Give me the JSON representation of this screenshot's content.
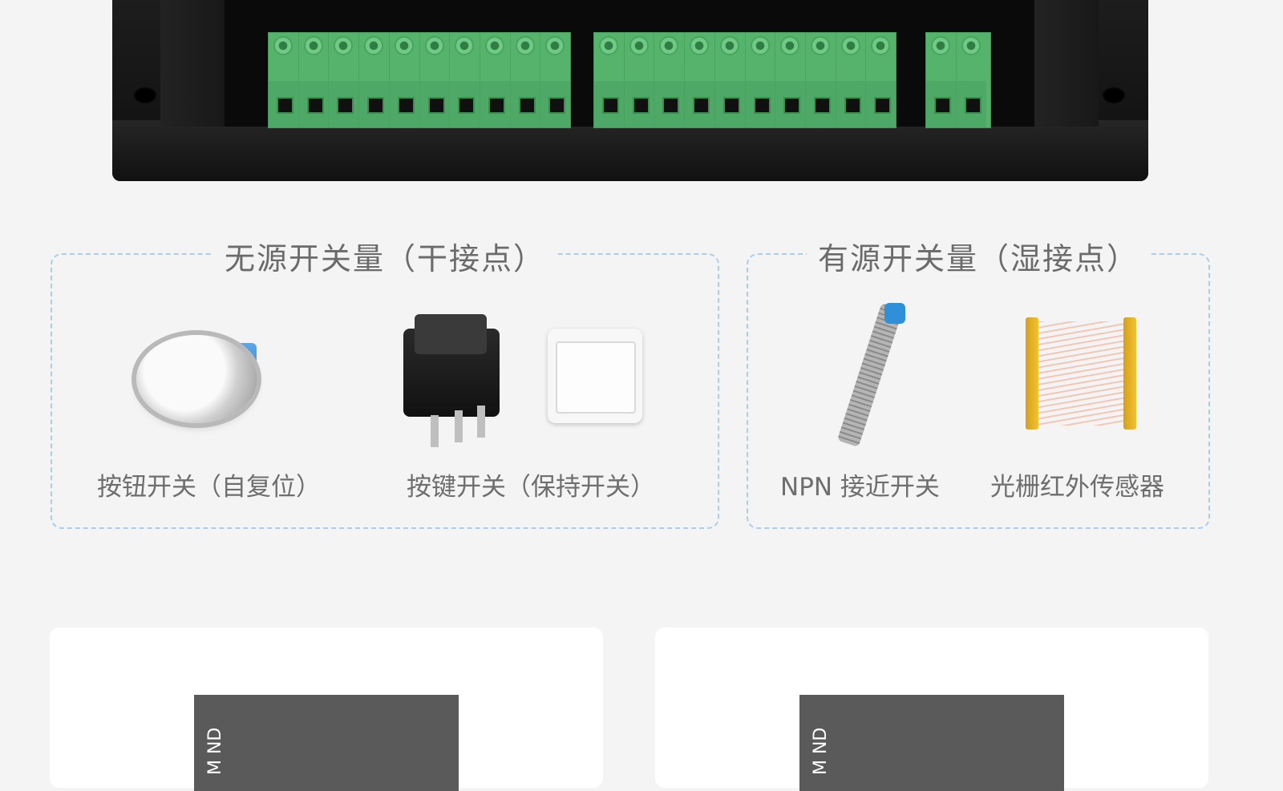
{
  "passive": {
    "title": "无源开关量（干接点）",
    "items": [
      {
        "label": "按钮开关（自复位）",
        "icon": "push-button-switch"
      },
      {
        "label": "按键开关（保持开关）",
        "icon": "rocker-and-wall-switch"
      }
    ]
  },
  "active": {
    "title": "有源开关量（湿接点）",
    "items": [
      {
        "label": "NPN 接近开关",
        "icon": "proximity-sensor"
      },
      {
        "label": "光栅红外传感器",
        "icon": "light-curtain-sensor"
      }
    ]
  },
  "cards": [
    {
      "diagram_text": "M ND"
    },
    {
      "diagram_text": "M ND"
    }
  ],
  "colors": {
    "background": "#f4f4f4",
    "dashed_border": "#a9cdea",
    "terminal_green": "#55b36b",
    "text": "#6b6b6b"
  }
}
